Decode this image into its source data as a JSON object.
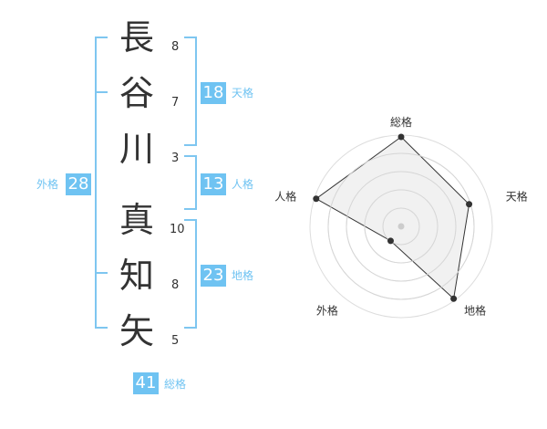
{
  "name_chars": [
    {
      "char": "長",
      "strokes": "8"
    },
    {
      "char": "谷",
      "strokes": "7"
    },
    {
      "char": "川",
      "strokes": "3"
    },
    {
      "char": "真",
      "strokes": "10"
    },
    {
      "char": "知",
      "strokes": "8"
    },
    {
      "char": "矢",
      "strokes": "5"
    }
  ],
  "kaku": {
    "ten": {
      "value": "18",
      "label": "天格"
    },
    "jin": {
      "value": "13",
      "label": "人格"
    },
    "chi": {
      "value": "23",
      "label": "地格"
    },
    "gai": {
      "value": "28",
      "label": "外格"
    },
    "sou": {
      "value": "41",
      "label": "総格"
    }
  },
  "chart_data": {
    "type": "radar",
    "axes": [
      "総格",
      "天格",
      "地格",
      "外格",
      "人格"
    ],
    "values": [
      5,
      4,
      5,
      1,
      5
    ],
    "max": 5,
    "rings": 5,
    "colors": {
      "fill": "#eeeeee",
      "stroke": "#333333",
      "grid": "#dddddd"
    }
  }
}
